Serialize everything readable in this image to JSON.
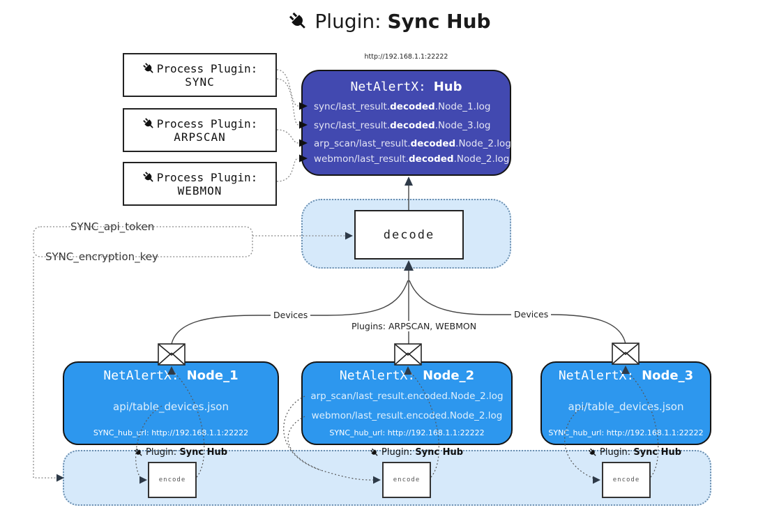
{
  "title": {
    "icon": "plug-icon",
    "prefix": "Plugin: ",
    "bold": "Sync Hub"
  },
  "colors": {
    "hub_bg": "#4249b0",
    "node_bg": "#2d97ee",
    "panel_bg": "#d6e9fa",
    "panel_border": "#6b8fb0"
  },
  "process_plugins": [
    {
      "label": "Process Plugin:",
      "name": "SYNC"
    },
    {
      "label": "Process Plugin:",
      "name": "ARPSCAN"
    },
    {
      "label": "Process Plugin:",
      "name": "WEBMON"
    }
  ],
  "hub": {
    "url": "http://192.168.1.1:22222",
    "title_prefix": "NetAlertX: ",
    "title_bold": "Hub",
    "lines": [
      {
        "pre": "sync/last_result.",
        "bold": "decoded",
        "post": ".Node_1.log"
      },
      {
        "pre": "sync/last_result.",
        "bold": "decoded",
        "post": ".Node_3.log"
      },
      {
        "pre": "arp_scan/last_result.",
        "bold": "decoded",
        "post": ".Node_2.log"
      },
      {
        "pre": "webmon/last_result.",
        "bold": "decoded",
        "post": ".Node_2.log"
      }
    ]
  },
  "decode_box": {
    "label": "decode"
  },
  "settings": {
    "api_token": "SYNC_api_token",
    "encryption_key": "SYNC_encryption_key"
  },
  "edge_labels": {
    "left": "Devices",
    "center": "Plugins: ARPSCAN, WEBMON",
    "right": "Devices"
  },
  "nodes": [
    {
      "title_prefix": "NetAlertX: ",
      "title_bold": "Node_1",
      "lines": [
        "api/table_devices.json"
      ],
      "footer": "SYNC_hub_url: http://192.168.1.1:22222"
    },
    {
      "title_prefix": "NetAlertX: ",
      "title_bold": "Node_2",
      "lines": [
        "arp_scan/last_result.encoded.Node_2.log",
        "webmon/last_result.encoded.Node_2.log"
      ],
      "footer": "SYNC_hub_url: http://192.168.1.1:22222"
    },
    {
      "title_prefix": "NetAlertX: ",
      "title_bold": "Node_3",
      "lines": [
        "api/table_devices.json"
      ],
      "footer": "SYNC_hub_url: http://192.168.1.1:22222"
    }
  ],
  "encoders": [
    {
      "label_prefix": "Plugin: ",
      "label_bold": "Sync Hub",
      "box_label": "encode"
    },
    {
      "label_prefix": "Plugin: ",
      "label_bold": "Sync Hub",
      "box_label": "encode"
    },
    {
      "label_prefix": "Plugin: ",
      "label_bold": "Sync Hub",
      "box_label": "encode"
    }
  ]
}
